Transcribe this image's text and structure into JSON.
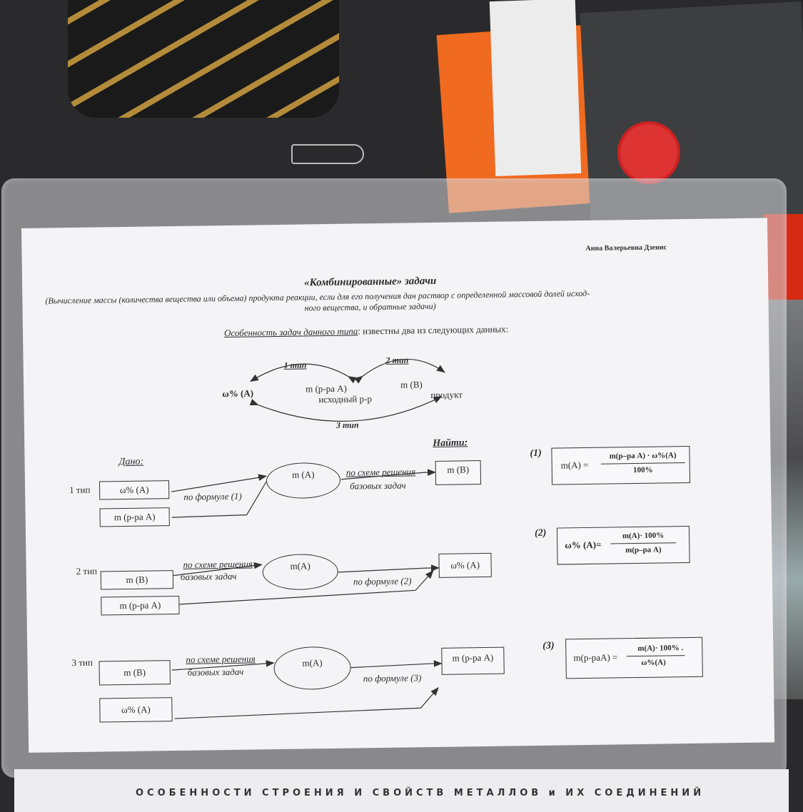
{
  "header": {
    "author": "Анна Валерьевна Дзенис",
    "title": "«Комбинированные»  задачи",
    "subtitle_line1": "(Вычисление массы (количества  вещества или объема) продукта  реакции, если для его получения дан раствор с определенной массовой долей  исход-",
    "subtitle_line2": "ного вещества, и обратные задачи)"
  },
  "feature": {
    "label": "Особенность задач данного типа",
    "text": ":  известны два из следующих данных:"
  },
  "top_diagram": {
    "type1": "1 тип",
    "type2": "2 тип",
    "type3": "3 тип",
    "omega": "ω% (A)",
    "m_solution": "m (р-ра A)",
    "initial_solution": "исходный р-р",
    "m_B": "m (B)",
    "product": "продукт"
  },
  "labels": {
    "given": "Дано:",
    "find": "Найти:"
  },
  "type1": {
    "label": "1 тип",
    "given1": "ω% (A)",
    "given2": "m (р-ра A)",
    "arrow1": "по формуле (1)",
    "center": "m (A)",
    "arrow2_line1": "по схеме решения",
    "arrow2_line2": "базовых задач",
    "result": "m (B)"
  },
  "type2": {
    "label": "2 тип",
    "given1": "m (B)",
    "given2": "m (р-ра A)",
    "arrow1_line1": "по схеме решения",
    "arrow1_line2": "базовых задач",
    "center": "m(A)",
    "arrow2": "по формуле (2)",
    "result": "ω% (A)"
  },
  "type3": {
    "label": "3 тип",
    "given1": "m (B)",
    "given2": "ω% (A)",
    "arrow1_line1": "по схеме решения",
    "arrow1_line2": "базовых задач",
    "center": "m(A)",
    "arrow2": "по формуле (3)",
    "result": "m (р-ра A)"
  },
  "formulas": {
    "f1": {
      "num": "(1)",
      "lhs": "m(A) =",
      "numerator": "m(р–ра A) · ω%(A)",
      "denominator": "100%"
    },
    "f2": {
      "num": "(2)",
      "lhs": "ω% (A)=",
      "numerator": "m(A)· 100%",
      "denominator": "m(р–ра A)"
    },
    "f3": {
      "num": "(3)",
      "lhs": "m(р-раA) =",
      "numerator": "m(A)· 100% .",
      "denominator": "ω%(A)"
    }
  },
  "bottom_sheet": {
    "title": "ОСОБЕННОСТИ   СТРОЕНИЯ   И   СВОЙСТВ   МЕТАЛЛОВ   и   ИХ   СОЕДИНЕНИЙ"
  },
  "colors": {
    "paper": "#f4f3f6",
    "ink": "#2c2c2c",
    "orange": "#f06a1f"
  }
}
